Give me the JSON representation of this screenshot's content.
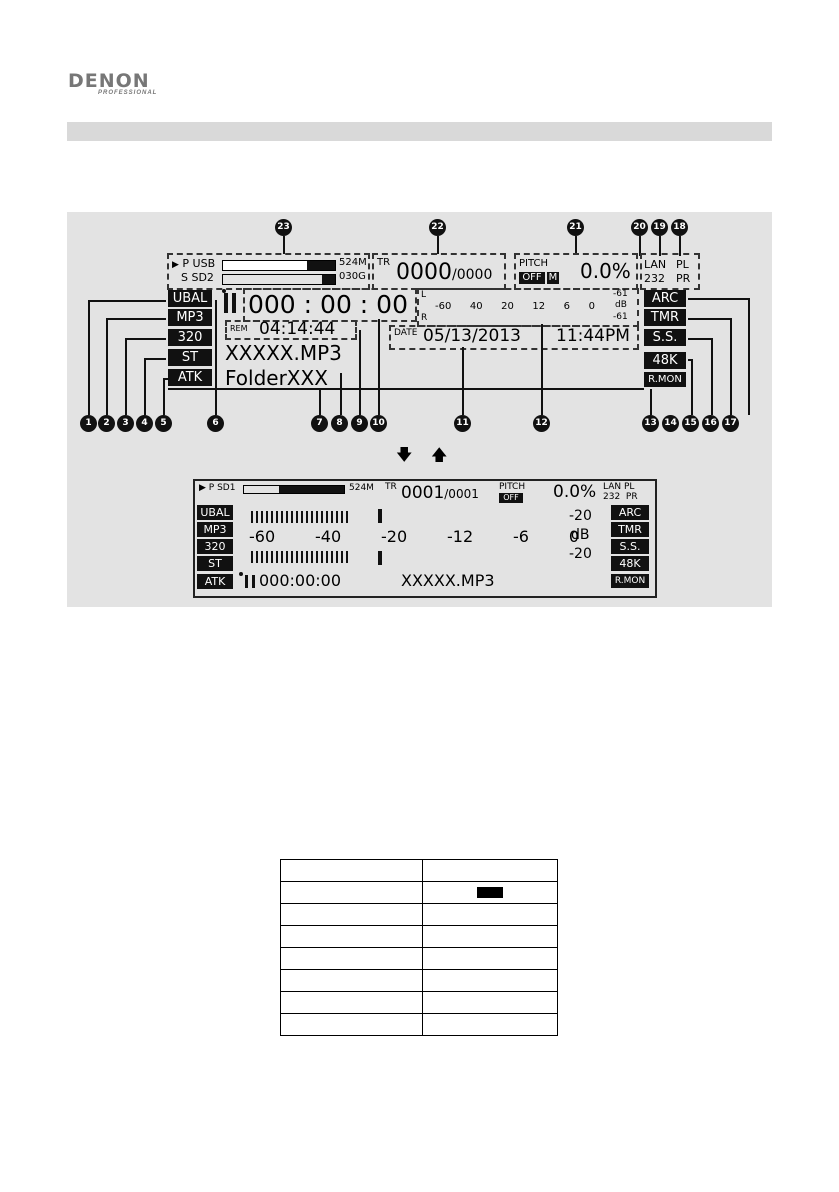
{
  "logo": {
    "name": "DENON",
    "sub": "PROFESSIONAL"
  },
  "top_display": {
    "media": [
      {
        "label": "P USB",
        "size": "524M"
      },
      {
        "label": "S SD2",
        "size": "030G"
      }
    ],
    "tr_label": "TR",
    "track": "0000",
    "total": "/0000",
    "pitch_label": "PITCH",
    "pitch_mode": "OFF",
    "pitch_m": "M",
    "pitch_value": "0.0%",
    "lan_label": "LAN",
    "lan_num": "232",
    "pl": "PL",
    "pr": "PR",
    "left_badges": [
      "UBAL",
      "MP3",
      "320",
      "ST",
      "ATK"
    ],
    "right_badges": [
      "ARC",
      "TMR",
      "S.S.",
      "48K",
      "R.MON"
    ],
    "time": "000 : 00 : 00",
    "rem_label": "REM",
    "rem_time": "04:14:44",
    "filename": "XXXXX.MP3",
    "folder": "FolderXXX",
    "date_label": "DATE",
    "date": "05/13/2013",
    "clock": "11:44PM",
    "meter_l": "L",
    "meter_r": "R",
    "meter_scale": [
      "-60",
      "40",
      "20",
      "12",
      "6",
      "0"
    ],
    "meter_top": "-61",
    "meter_db": "dB",
    "meter_bottom": "-61"
  },
  "arrows": {
    "down": "🡇",
    "up": "🡅"
  },
  "bottom_display": {
    "media_label": "P SD1",
    "media_size": "524M",
    "tr_label": "TR",
    "track": "0001",
    "total": "/0001",
    "pitch_label": "PITCH",
    "pitch_mode": "OFF",
    "pitch_value": "0.0%",
    "lan_label": "LAN PL",
    "lan_sub": "232  PR",
    "left_badges": [
      "UBAL",
      "MP3",
      "320",
      "ST",
      "ATK"
    ],
    "right_badges": [
      "ARC",
      "TMR",
      "S.S.",
      "48K",
      "R.MON"
    ],
    "scale_big": [
      "-60",
      "-40",
      "-20",
      "-12",
      "-6",
      "0"
    ],
    "db_top": "-20",
    "db_label": "dB",
    "db_bottom": "-20",
    "time": "000:00:00",
    "filename": "XXXXX.MP3"
  },
  "callouts": {
    "top": [
      "23",
      "22",
      "21",
      "20",
      "19",
      "18"
    ],
    "bottom": [
      "1",
      "2",
      "3",
      "4",
      "5",
      "6",
      "7",
      "8",
      "9",
      "10",
      "11",
      "12",
      "13",
      "14",
      "15",
      "16",
      "17"
    ]
  },
  "table": {
    "rows": 8,
    "black_cell_row": 2
  }
}
